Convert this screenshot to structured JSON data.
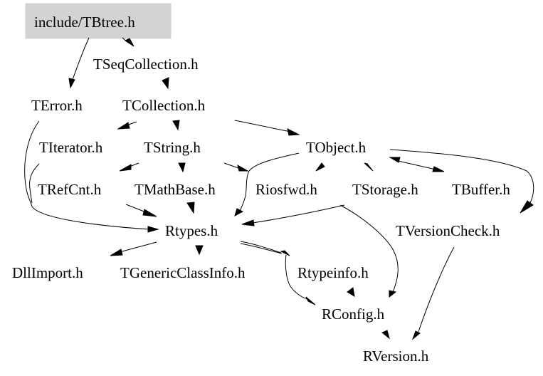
{
  "diagram": {
    "title": "include/TBtree.h",
    "root_fill": "#d3d3d3",
    "nodes": [
      {
        "id": "TBtree",
        "label": "include/TBtree.h",
        "root": true
      },
      {
        "id": "TSeqCollection",
        "label": "TSeqCollection.h"
      },
      {
        "id": "TError",
        "label": "TError.h"
      },
      {
        "id": "TCollection",
        "label": "TCollection.h"
      },
      {
        "id": "TIterator",
        "label": "TIterator.h"
      },
      {
        "id": "TString",
        "label": "TString.h"
      },
      {
        "id": "TObject",
        "label": "TObject.h"
      },
      {
        "id": "TRefCnt",
        "label": "TRefCnt.h"
      },
      {
        "id": "TMathBase",
        "label": "TMathBase.h"
      },
      {
        "id": "Riosfwd",
        "label": "Riosfwd.h"
      },
      {
        "id": "TStorage",
        "label": "TStorage.h"
      },
      {
        "id": "TBuffer",
        "label": "TBuffer.h"
      },
      {
        "id": "Rtypes",
        "label": "Rtypes.h"
      },
      {
        "id": "TVersionCheck",
        "label": "TVersionCheck.h"
      },
      {
        "id": "DllImport",
        "label": "DllImport.h"
      },
      {
        "id": "TGenericClassInfo",
        "label": "TGenericClassInfo.h"
      },
      {
        "id": "Rtypeinfo",
        "label": "Rtypeinfo.h"
      },
      {
        "id": "RConfig",
        "label": "RConfig.h"
      },
      {
        "id": "RVersion",
        "label": "RVersion.h"
      }
    ],
    "edges": [
      {
        "from": "TBtree",
        "to": "TSeqCollection"
      },
      {
        "from": "TBtree",
        "to": "TError"
      },
      {
        "from": "TSeqCollection",
        "to": "TCollection"
      },
      {
        "from": "TCollection",
        "to": "TIterator"
      },
      {
        "from": "TCollection",
        "to": "TString"
      },
      {
        "from": "TCollection",
        "to": "TObject"
      },
      {
        "from": "TError",
        "to": "Rtypes"
      },
      {
        "from": "TIterator",
        "to": "Rtypes"
      },
      {
        "from": "TString",
        "to": "TRefCnt"
      },
      {
        "from": "TString",
        "to": "TMathBase"
      },
      {
        "from": "TString",
        "to": "Riosfwd"
      },
      {
        "from": "TObject",
        "to": "Rtypes"
      },
      {
        "from": "TObject",
        "to": "Riosfwd"
      },
      {
        "from": "TObject",
        "to": "TStorage"
      },
      {
        "from": "TObject",
        "to": "TBuffer"
      },
      {
        "from": "TBuffer",
        "to": "TObject"
      },
      {
        "from": "TObject",
        "to": "TVersionCheck"
      },
      {
        "from": "TRefCnt",
        "to": "Rtypes"
      },
      {
        "from": "TMathBase",
        "to": "Rtypes"
      },
      {
        "from": "TStorage",
        "to": "Rtypes"
      },
      {
        "from": "TStorage",
        "to": "RConfig"
      },
      {
        "from": "Rtypes",
        "to": "DllImport"
      },
      {
        "from": "Rtypes",
        "to": "TGenericClassInfo"
      },
      {
        "from": "Rtypes",
        "to": "Rtypeinfo"
      },
      {
        "from": "Rtypes",
        "to": "RConfig"
      },
      {
        "from": "Rtypeinfo",
        "to": "RConfig"
      },
      {
        "from": "RConfig",
        "to": "RVersion"
      },
      {
        "from": "TVersionCheck",
        "to": "RVersion"
      }
    ]
  }
}
